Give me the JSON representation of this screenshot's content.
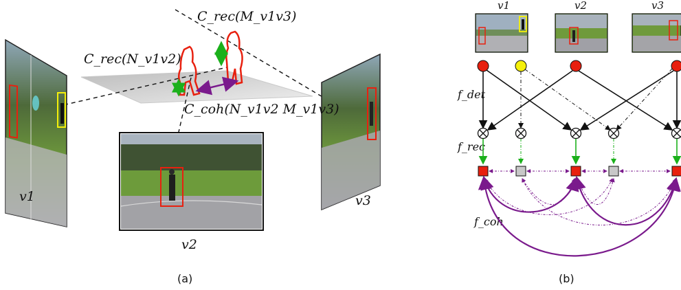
{
  "panel_a": {
    "caption": "(a)",
    "labels": {
      "c_rec_m": "C_rec(M_v1v3)",
      "c_rec_n": "C_rec(N_v1v2)",
      "c_coh": "C_coh(N_v1v2 M_v1v3)"
    },
    "views": {
      "v1": "v1",
      "v2": "v2",
      "v3": "v3"
    }
  },
  "panel_b": {
    "caption": "(b)",
    "views": {
      "v1": "v1",
      "v2": "v2",
      "v3": "v3"
    },
    "functions": {
      "det": "f_det",
      "rec": "f_rec",
      "coh": "f_coh"
    }
  },
  "colors": {
    "red": "#e8200f",
    "yellow": "#f5f00a",
    "green": "#1bb01b",
    "purple": "#7a1a8c",
    "gray": "#c8c8c8"
  }
}
